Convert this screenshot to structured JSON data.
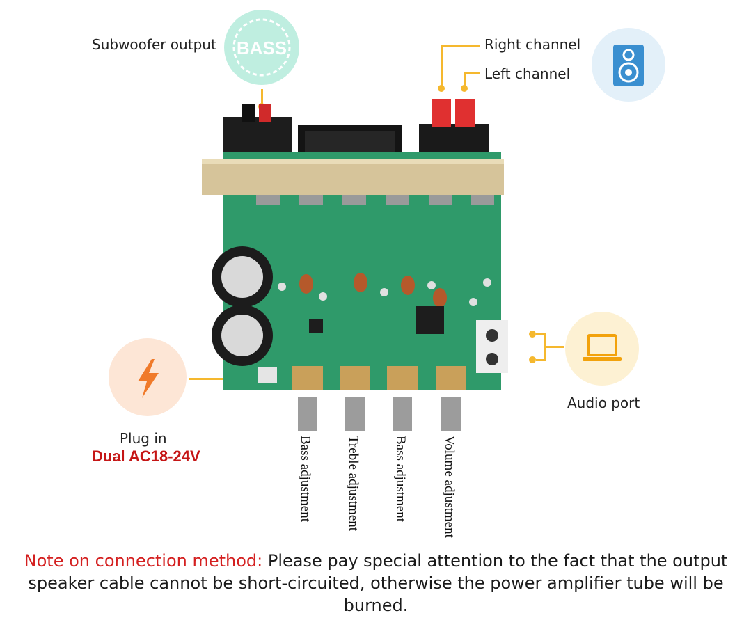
{
  "labels": {
    "subwoofer_output": "Subwoofer output",
    "bass_badge": "BASS",
    "right_channel": "Right channel",
    "left_channel": "Left channel",
    "audio_port": "Audio port",
    "plug_in": "Plug in",
    "power_spec": "Dual AC18-24V",
    "knob_1": "Bass adjustment",
    "knob_2": "Treble adjustment",
    "knob_3": "Bass adjustment",
    "knob_4": "Volume adjustment"
  },
  "note": {
    "lead": "Note on connection method:",
    "body": " Please pay special attention to the fact that the output speaker cable cannot be short-circuited, otherwise the power amplifier tube will be burned."
  },
  "colors": {
    "accent": "#f5b82e",
    "bass_badge_bg": "#bfeee0",
    "speaker_badge_bg": "#e3f0f9",
    "power_badge_bg": "#fde6d6",
    "laptop_badge_bg": "#fdf1d3",
    "note_red": "#d42020",
    "spec_red": "#c51616",
    "pcb_green": "#2f9a6a"
  },
  "icons": [
    "bass-icon",
    "speaker-icon",
    "lightning-icon",
    "laptop-icon"
  ]
}
